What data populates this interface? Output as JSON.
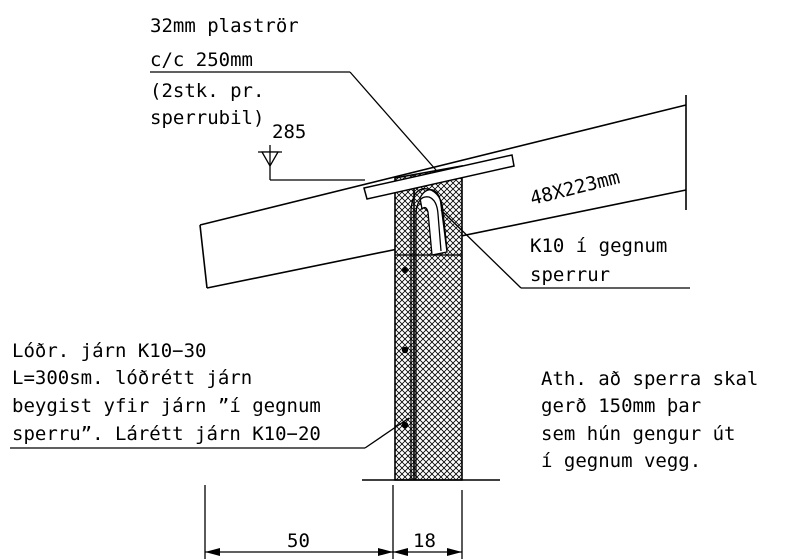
{
  "annotations": {
    "pipe": [
      "32mm plaströr",
      "c/c 250mm",
      "(2stk. pr.",
      "sperrubil)"
    ],
    "level": "285",
    "rafter_size": "48X223mm",
    "rebar_through": [
      "K10 í gegnum",
      "sperrur"
    ],
    "vertical_rebar": [
      "Lóðr. járn K10−30",
      "L=300sm. lóðrétt járn",
      "beygist yfir járn ”í gegnum",
      "sperru”. Lárétt járn K10−20"
    ],
    "note": [
      "Ath. að sperra skal",
      "gerð 150mm þar",
      "sem hún gengur út",
      "í gegnum vegg."
    ]
  },
  "dimensions": {
    "left": "50",
    "right": "18"
  }
}
